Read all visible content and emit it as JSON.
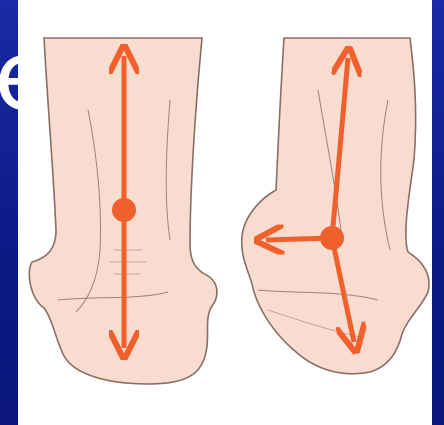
{
  "slide": {
    "background_color": "#0f1f8c",
    "visible_partial_letter": "e"
  },
  "illustration": {
    "skin_color": "#f8dccf",
    "outline_color": "#8a6e66",
    "arrow_color": "#f0602c",
    "panels": [
      {
        "name": "neutral-foot",
        "arrows": [
          "up",
          "down"
        ],
        "pivot": "center"
      },
      {
        "name": "tilted-foot",
        "arrows": [
          "up",
          "down",
          "left"
        ],
        "pivot": "center"
      }
    ]
  }
}
